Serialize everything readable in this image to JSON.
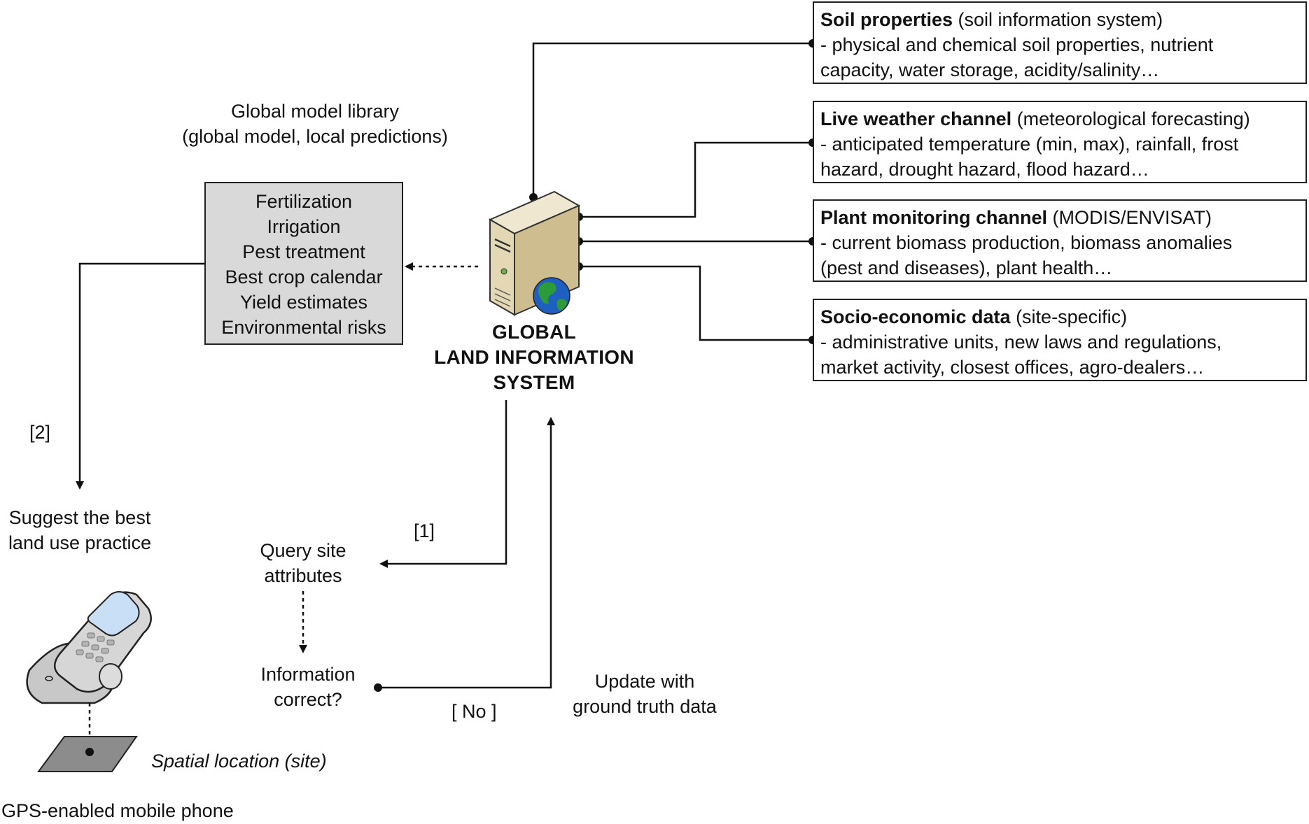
{
  "system": {
    "title_lines": [
      "GLOBAL",
      "LAND INFORMATION",
      "SYSTEM"
    ],
    "icon": "server-globe-icon"
  },
  "model_library": {
    "caption_lines": [
      "Global model library",
      "(global model, local predictions)"
    ],
    "items": [
      "Fertilization",
      "Irrigation",
      "Pest treatment",
      "Best crop calendar",
      "Yield estimates",
      "Environmental risks"
    ]
  },
  "data_sources": [
    {
      "title": "Soil properties",
      "qualifier": " (soil information system)",
      "lines": [
        "- physical and chemical soil properties, nutrient",
        "capacity, water storage, acidity/salinity…"
      ]
    },
    {
      "title": "Live weather channel",
      "qualifier": " (meteorological forecasting)",
      "lines": [
        "- anticipated temperature (min, max), rainfall, frost",
        "hazard, drought hazard, flood hazard…"
      ]
    },
    {
      "title": "Plant monitoring channel",
      "qualifier": " (MODIS/ENVISAT)",
      "lines": [
        "- current biomass production, biomass anomalies",
        "(pest and diseases), plant health…"
      ]
    },
    {
      "title": "Socio-economic data",
      "qualifier": " (site-specific)",
      "lines": [
        "- administrative units, new laws and regulations,",
        "market activity, closest offices, agro-dealers…"
      ]
    }
  ],
  "flow": {
    "step2_label": "[2]",
    "suggest_lines": [
      "Suggest the best",
      "land use practice"
    ],
    "step1_label": "[1]",
    "query_lines": [
      "Query site",
      "attributes"
    ],
    "correct_lines": [
      "Information",
      "correct?"
    ],
    "no_label": "[ No ]",
    "update_lines": [
      "Update with",
      "ground truth data"
    ],
    "spatial_label": "Spatial location (site)",
    "phone_label": "GPS-enabled mobile phone"
  },
  "colors": {
    "line": "#111111",
    "box_fill": "#d9d9d9",
    "phone_body": "#c8c8c8",
    "screen": "#c9dff5",
    "globe_ocean": "#1f5fbf",
    "globe_land": "#2e9b3a"
  }
}
